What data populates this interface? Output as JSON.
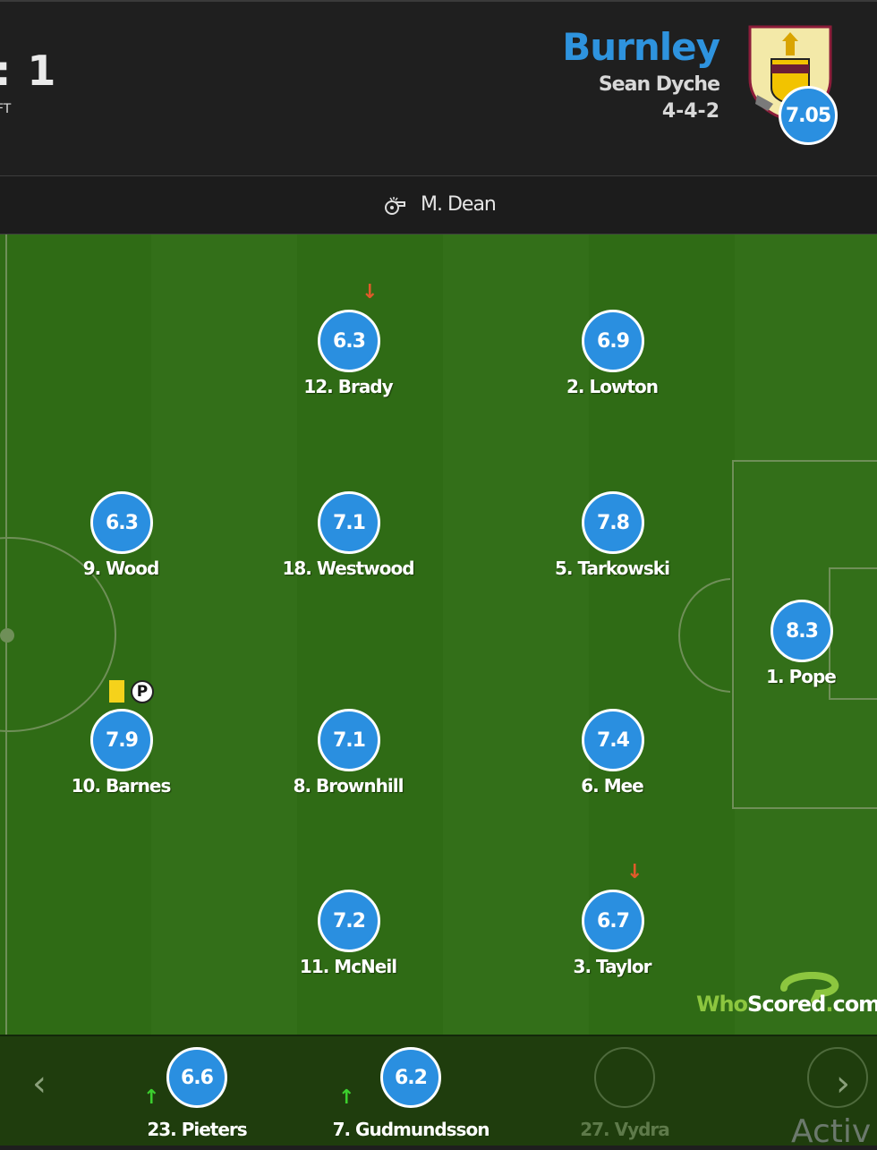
{
  "match": {
    "score": ": 1",
    "status": "FT"
  },
  "team": {
    "name": "Burnley",
    "manager": "Sean Dyche",
    "formation": "4-4-2",
    "rating": "7.05",
    "crest": "burnley-crest"
  },
  "referee": {
    "name": "M. Dean",
    "icon": "whistle-icon"
  },
  "colors": {
    "rating_bg": "#2a8fe0",
    "team_name": "#2e93de",
    "pitch": "#2f6b15",
    "sub_off": "#e05a2a",
    "sub_on": "#3ccf2e",
    "yellow_card": "#f5d21b"
  },
  "players": [
    {
      "number_name": "12. Brady",
      "rating": "6.3",
      "sub_off": true
    },
    {
      "number_name": "2. Lowton",
      "rating": "6.9"
    },
    {
      "number_name": "9. Wood",
      "rating": "6.3"
    },
    {
      "number_name": "18. Westwood",
      "rating": "7.1"
    },
    {
      "number_name": "5. Tarkowski",
      "rating": "7.8"
    },
    {
      "number_name": "1. Pope",
      "rating": "8.3"
    },
    {
      "number_name": "10. Barnes",
      "rating": "7.9",
      "yellow_card": true,
      "penalty_icon": "P"
    },
    {
      "number_name": "8. Brownhill",
      "rating": "7.1"
    },
    {
      "number_name": "6. Mee",
      "rating": "7.4"
    },
    {
      "number_name": "11. McNeil",
      "rating": "7.2"
    },
    {
      "number_name": "3. Taylor",
      "rating": "6.7",
      "sub_off": true
    }
  ],
  "bench": [
    {
      "number_name": "23. Pieters",
      "rating": "6.6",
      "sub_on": true
    },
    {
      "number_name": "7. Gudmundsson",
      "rating": "6.2",
      "sub_on": true
    },
    {
      "number_name": "27. Vydra",
      "rating": ""
    },
    {
      "number_name": "",
      "rating": ""
    }
  ],
  "watermark": {
    "who": "Who",
    "scored": "Scored",
    "dot": ".",
    "com": "com"
  },
  "overlay_text": "Activ",
  "arrows": {
    "down": "↓",
    "up": "↑",
    "prev": "‹",
    "next": "›"
  }
}
